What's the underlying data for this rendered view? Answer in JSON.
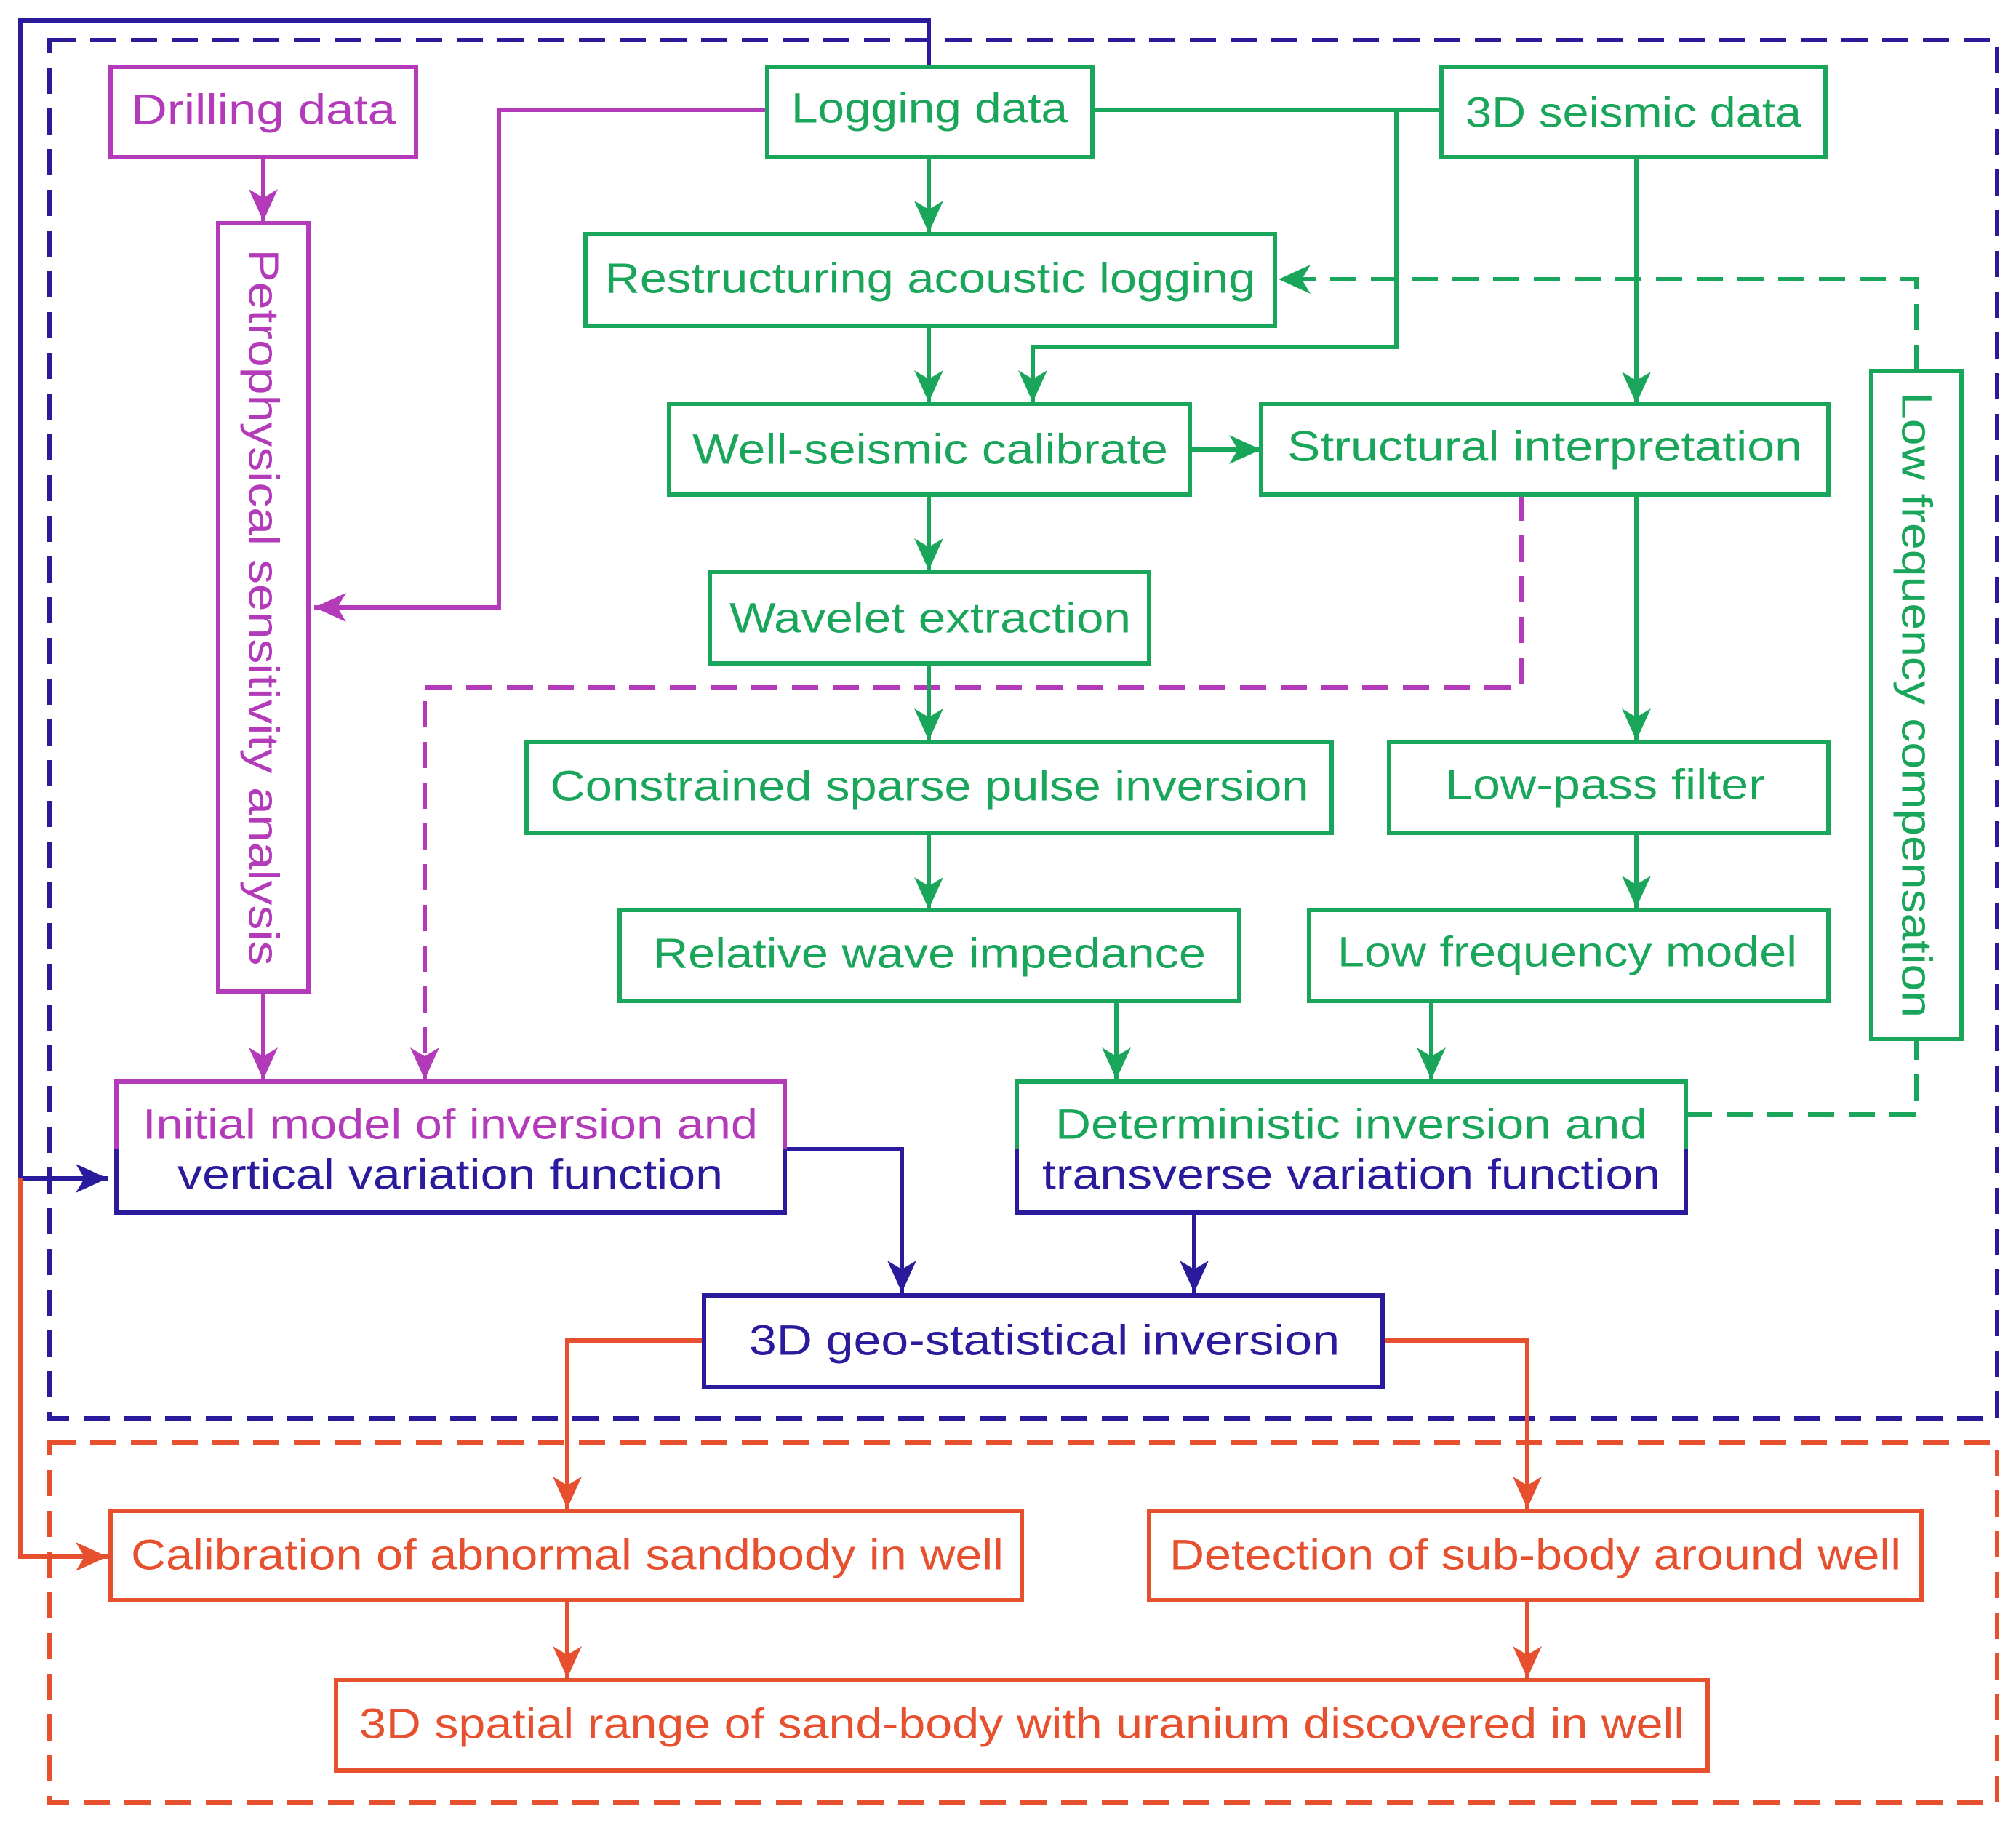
{
  "colors": {
    "green": "#19a55a",
    "purple": "#b33ab8",
    "navy": "#2a1a9c",
    "red": "#e6502e"
  },
  "nodes": {
    "drilling_data": "Drilling data",
    "logging_data": "Logging data",
    "seismic_3d_data": "3D seismic data",
    "restructuring_acoustic_logging": "Restructuring acoustic logging",
    "well_seismic_calibrate": "Well-seismic calibrate",
    "structural_interpretation": "Structural interpretation",
    "wavelet_extraction": "Wavelet extraction",
    "constrained_sparse_pulse_inversion": "Constrained sparse pulse inversion",
    "low_pass_filter": "Low-pass filter",
    "relative_wave_impedance": "Relative wave impedance",
    "low_frequency_model": "Low frequency model",
    "petrophysical_sensitivity_analysis": "Petrophysical sensitivity analysis",
    "low_frequency_compensation": "Low frequency compensation",
    "initial_model_line1": "Initial model of inversion and",
    "initial_model_line2": "vertical variation function",
    "deterministic_line1": "Deterministic inversion and",
    "deterministic_line2": "transverse variation function",
    "geostatistical_inversion": "3D geo-statistical inversion",
    "calibration_abnormal_sandbody": "Calibration of abnormal sandbody in well",
    "detection_sub_body": "Detection of sub-body around well",
    "spatial_range_sandbody": "3D spatial range of sand-body with uranium discovered in well"
  }
}
